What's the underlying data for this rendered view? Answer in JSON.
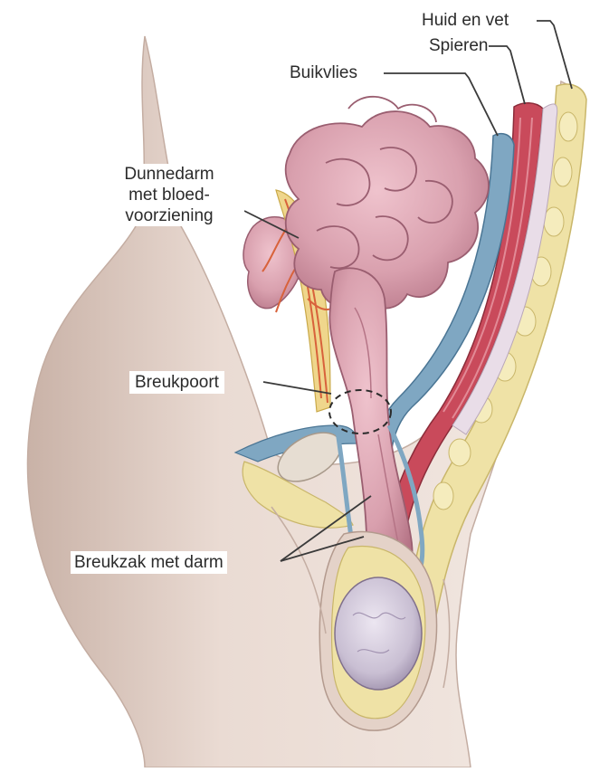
{
  "labels": {
    "huid_en_vet": "Huid en vet",
    "spieren": "Spieren",
    "buikvlies": "Buikvlies",
    "dunnedarm_line1": "Dunnedarm",
    "dunnedarm_line2": "met bloed-",
    "dunnedarm_line3": "voorziening",
    "breukpoort": "Breukpoort",
    "breukzak_met_darm": "Breukzak met darm"
  },
  "colors": {
    "skin": "#eadbd3",
    "skin_shadow": "#cdb6ab",
    "fat": "#efe2a6",
    "muscle": "#c94a5b",
    "peritoneum": "#7fa7c2",
    "intestine": "#d9a0ae",
    "intestine_dark": "#b57486",
    "testis": "#c9bfd3",
    "vessel": "#d8623b",
    "label_text": "#2b2b2b",
    "leader_line": "#3a3a3a"
  }
}
